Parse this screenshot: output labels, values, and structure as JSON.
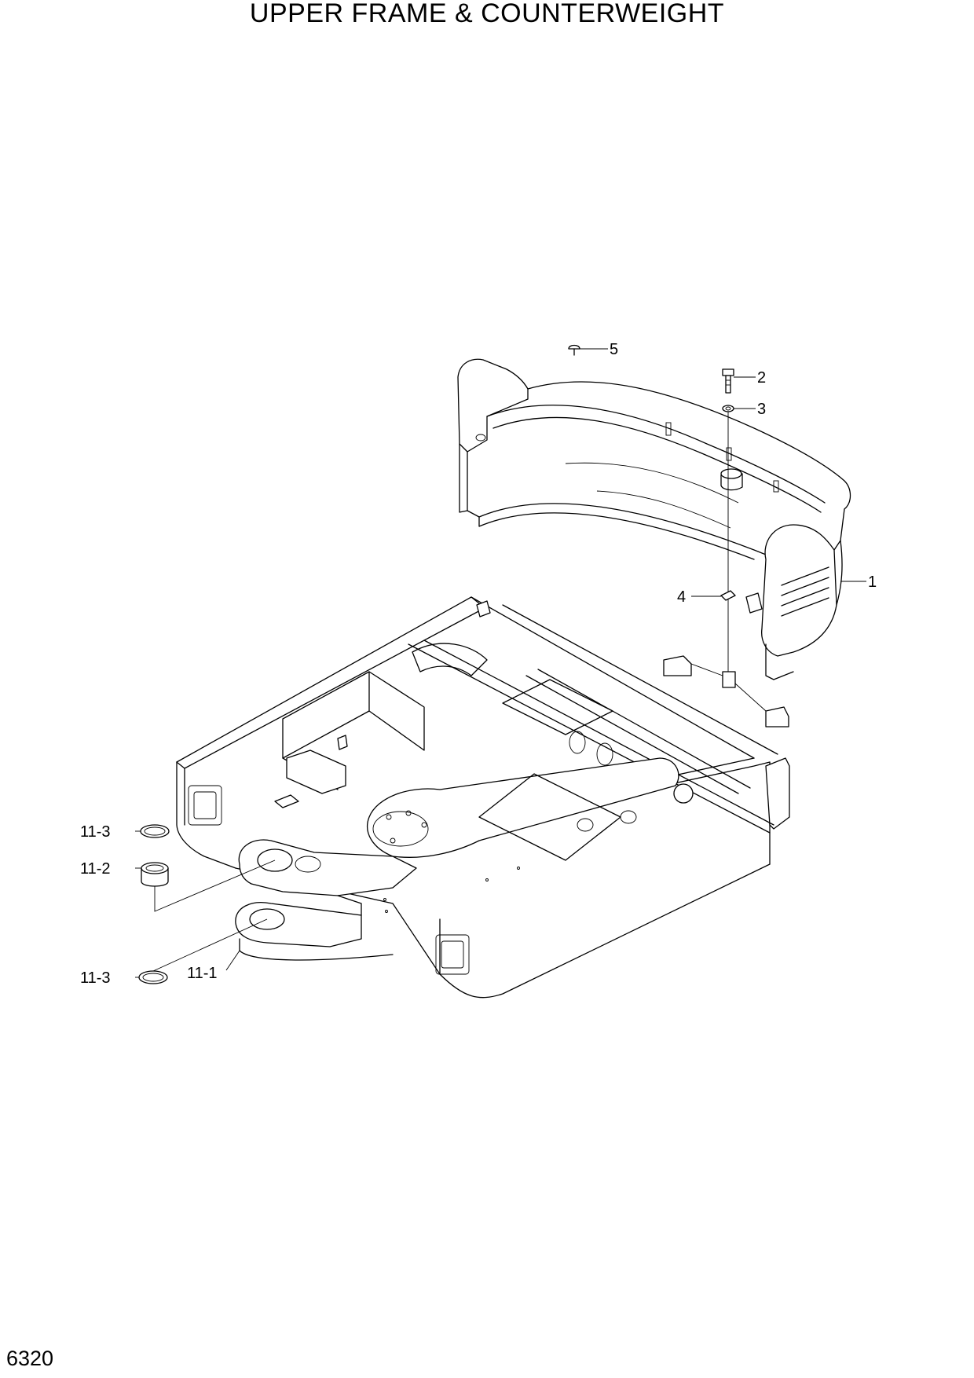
{
  "title": "UPPER FRAME & COUNTERWEIGHT",
  "page_number": "6320",
  "callouts": {
    "c1": "1",
    "c2": "2",
    "c3": "3",
    "c4": "4",
    "c5": "5",
    "c11_1": "11-1",
    "c11_2": "11-2",
    "c11_3a": "11-3",
    "c11_3b": "11-3"
  }
}
